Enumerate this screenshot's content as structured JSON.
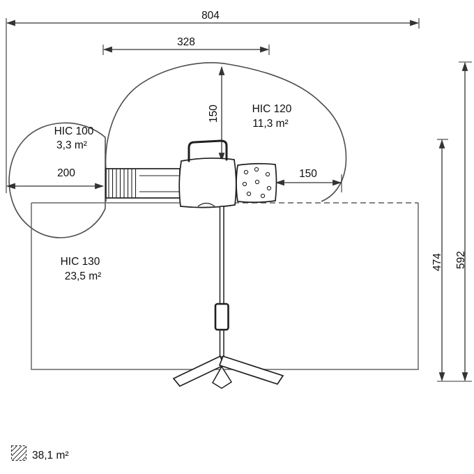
{
  "dims": {
    "w804": "804",
    "w328": "328",
    "h150": "150",
    "w200": "200",
    "w150": "150",
    "h474": "474",
    "h592": "592"
  },
  "zones": {
    "hic120": {
      "name": "HIC 120",
      "area": "11,3 m²"
    },
    "hic100": {
      "name": "HIC 100",
      "area": "3,3 m²"
    },
    "hic130": {
      "name": "HIC 130",
      "area": "23,5 m²"
    }
  },
  "legend": {
    "total_area": "38,1 m²"
  },
  "colors": {
    "background": "#ffffff",
    "dimension_lines": "#333333",
    "zone_outlines": "#4d4d4d",
    "equipment": "#1f1f1f",
    "text": "#0e0e0e"
  }
}
